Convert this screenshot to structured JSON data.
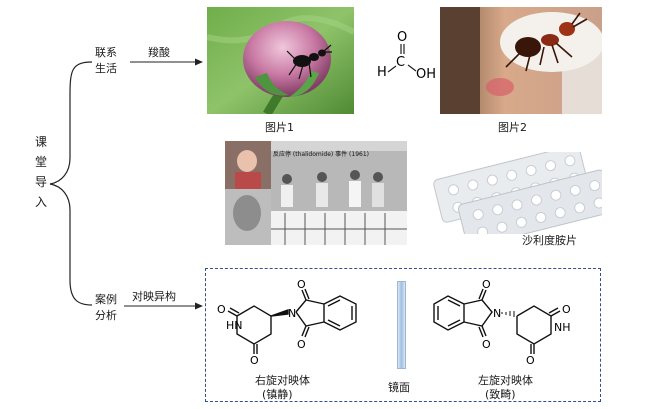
{
  "root_label": [
    "课",
    "堂",
    "导",
    "入"
  ],
  "branch_top": {
    "label_line1": "联系",
    "label_line2": "生活",
    "arrow_text": "羧酸"
  },
  "branch_bottom": {
    "label_line1": "案例",
    "label_line2": "分析",
    "arrow_text": "对映异构"
  },
  "pictures": {
    "pic1_caption": "图片1",
    "pic2_caption": "图片2",
    "pills_caption": "沙利度胺片",
    "thalidomide_banner": "反应停 (thalidomide) 事件 (1961)"
  },
  "formic_acid": {
    "H": "H",
    "C": "C",
    "O_top": "O",
    "OH": "OH"
  },
  "case_box": {
    "right_name": "右旋对映体",
    "right_effect": "(镇静)",
    "mirror_label": "镜面",
    "left_name": "左旋对映体",
    "left_effect": "(致畸)",
    "atoms": {
      "O": "O",
      "N": "N",
      "HN": "HN",
      "NH": "NH"
    }
  },
  "colors": {
    "line": "#222222",
    "dashed_border": "#2f4f8f",
    "mirror": "#b8cfe8"
  }
}
